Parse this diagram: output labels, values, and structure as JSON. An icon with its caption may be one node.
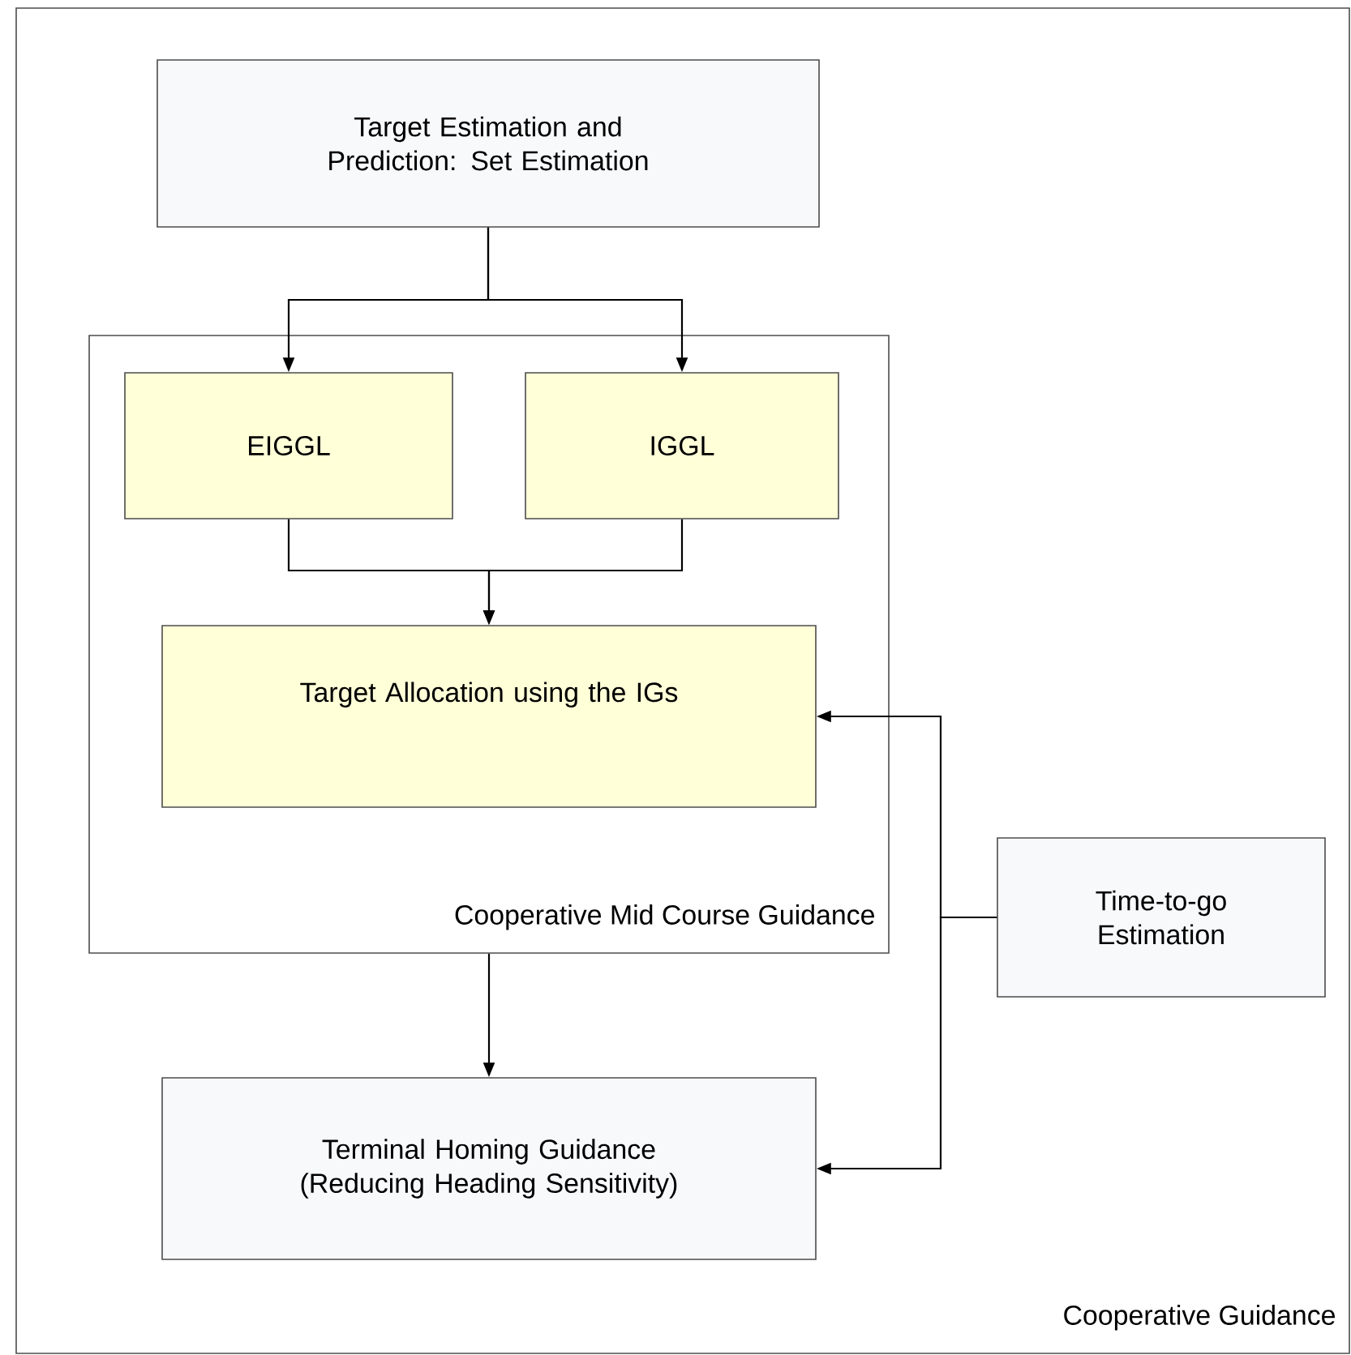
{
  "diagram": {
    "nodes": [
      {
        "text": [
          "Cooperative Guidance"
        ]
      },
      {
        "text": [
          "Target Estimation and Prediction: Set Estimation"
        ],
        "in": 0
      },
      {
        "text": [
          "Cooperative Mid Course Guidance"
        ],
        "in": 0
      },
      {
        "text": [
          "EIGGL"
        ],
        "in": 2
      },
      {
        "text": [
          "IGGL"
        ],
        "in": 2
      },
      {
        "text": [
          "Target Allocation using the IGs"
        ],
        "in": 2
      },
      {
        "text": [
          "Time-to-go Estimation"
        ],
        "in": 0
      },
      {
        "text": [
          "Terminal Homing Guidance (Reducing Heading Sensitivity)"
        ],
        "in": 0
      }
    ],
    "edges": [
      {
        "from": 1,
        "to": 3,
        "arrow": "to"
      },
      {
        "from": 1,
        "to": 4,
        "arrow": "to"
      },
      {
        "from": 3,
        "to": 5,
        "arrow": "to"
      },
      {
        "from": 4,
        "to": 5,
        "arrow": "to"
      },
      {
        "from": 6,
        "to": 5,
        "arrow": "to"
      },
      {
        "from": 6,
        "to": 7,
        "arrow": "to"
      },
      {
        "from": 2,
        "to": 7,
        "arrow": "to"
      }
    ]
  }
}
